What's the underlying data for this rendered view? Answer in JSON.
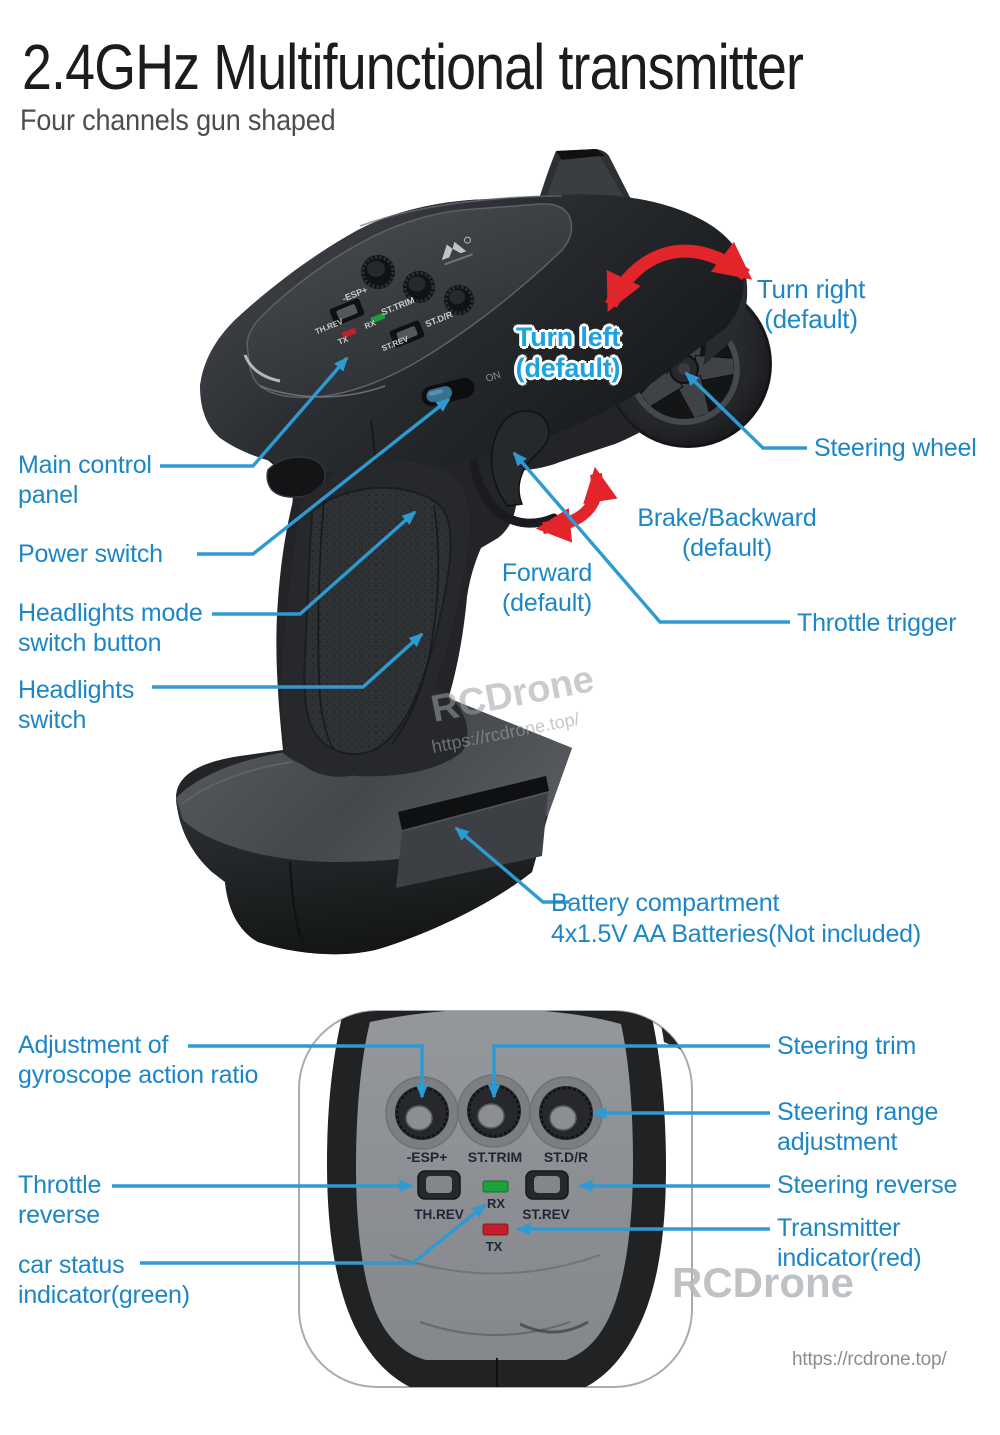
{
  "header": {
    "title": "2.4GHz Multifunctional transmitter",
    "subtitle": "Four channels gun shaped"
  },
  "colors": {
    "label_blue": "#1c86c6",
    "line_blue": "#2e9ad2",
    "turn_left_blue": "#1ba2e2",
    "arrow_red": "#e2242b",
    "led_green": "#1ca33e",
    "led_red": "#c11f2d"
  },
  "device": {
    "labels": {
      "turn_right": [
        "Turn right",
        "(default)"
      ],
      "turn_left": [
        "Turn left",
        "(default)"
      ],
      "steering_wheel": "Steering wheel",
      "main_control_panel": [
        "Main control",
        "panel"
      ],
      "power_switch": "Power switch",
      "headlights_mode": [
        "Headlights mode",
        "switch button"
      ],
      "headlights_switch": [
        "Headlights",
        "switch"
      ],
      "brake_backward": [
        "Brake/Backward",
        "(default)"
      ],
      "forward": [
        "Forward",
        "(default)"
      ],
      "throttle_trigger": "Throttle trigger",
      "battery": [
        "Battery compartment",
        "4x1.5V AA Batteries(Not included)"
      ]
    },
    "on_label": "ON",
    "watermark": {
      "brand": "RCDrone",
      "url": "https://rcdrone.top/"
    }
  },
  "closeup": {
    "panel": {
      "knobs": [
        "-ESP+",
        "ST.TRIM",
        "ST.D/R"
      ],
      "switches": [
        "TH.REV",
        "ST.REV"
      ],
      "leds": [
        "RX",
        "TX"
      ]
    },
    "labels": {
      "gyro": [
        "Adjustment of",
        "gyroscope action ratio"
      ],
      "steering_trim": "Steering trim",
      "steering_range": [
        "Steering range",
        "adjustment"
      ],
      "throttle_reverse": [
        "Throttle",
        "reverse"
      ],
      "steering_reverse": "Steering reverse",
      "car_status": [
        "car status",
        "indicator(green)"
      ],
      "transmitter_indicator": [
        "Transmitter",
        "indicator(red)"
      ]
    },
    "watermark": "RCDrone"
  },
  "footer": {
    "url": "https://rcdrone.top/"
  }
}
